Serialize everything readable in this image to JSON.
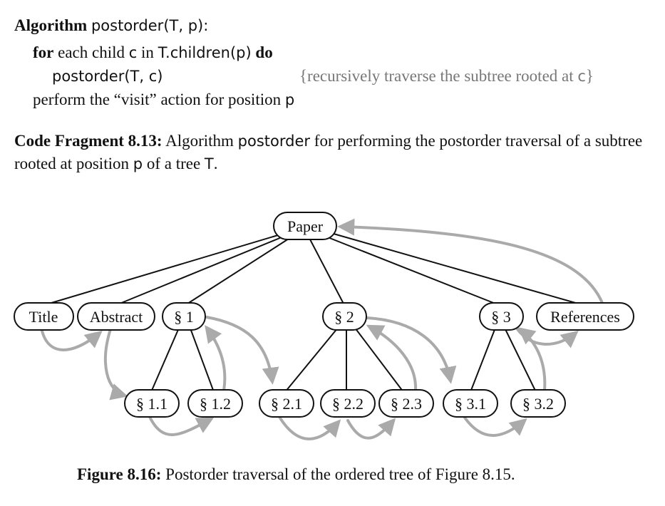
{
  "algorithm": {
    "keyword": "Algorithm",
    "signature": "postorder(T, p):",
    "for_keyword": "for",
    "for_text_pre": " each child ",
    "for_var": "c",
    "for_text_mid": " in ",
    "for_expr": "T.children(p)",
    "do_keyword": " do",
    "call": "postorder(T, c)",
    "comment_open": "{recursively traverse the subtree rooted at ",
    "comment_var": "c",
    "comment_close": "}",
    "perform_pre": "perform the “visit” action for position ",
    "perform_var": "p"
  },
  "code_caption": {
    "label": "Code Fragment 8.13:",
    "text_1": " Algorithm ",
    "sans_1": "postorder",
    "text_2": " for performing the postorder traversal of a subtree rooted at position ",
    "sans_2": "p",
    "text_3": " of a tree ",
    "sans_3": "T",
    "text_4": "."
  },
  "tree": {
    "root": "Paper",
    "nodes": [
      "Title",
      "Abstract",
      "§ 1",
      "§ 2",
      "§ 3",
      "References",
      "§ 1.1",
      "§ 1.2",
      "§ 2.1",
      "§ 2.2",
      "§ 2.3",
      "§ 3.1",
      "§ 3.2"
    ],
    "edge_color": "#111111",
    "traversal_color": "#aaaaaa"
  },
  "figure_caption": {
    "label": "Figure 8.16:",
    "text": " Postorder traversal of the ordered tree of Figure 8.15."
  }
}
